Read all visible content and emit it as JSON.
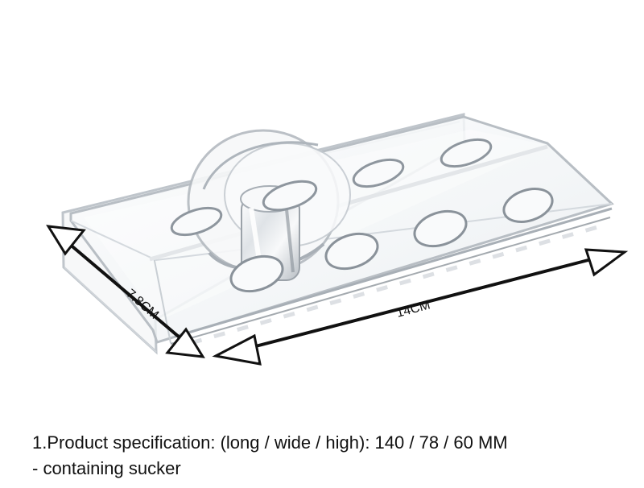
{
  "image": {
    "subject": "clear acrylic toothbrush holder with suction cup",
    "background_color": "#ffffff"
  },
  "dimensions": {
    "width_label": "7.8CM",
    "length_label": "14CM"
  },
  "caption": {
    "spec_line": "1.Product specification: (long / wide / high): 140 / 78 / 60 MM",
    "sucker_line": "- containing sucker"
  }
}
